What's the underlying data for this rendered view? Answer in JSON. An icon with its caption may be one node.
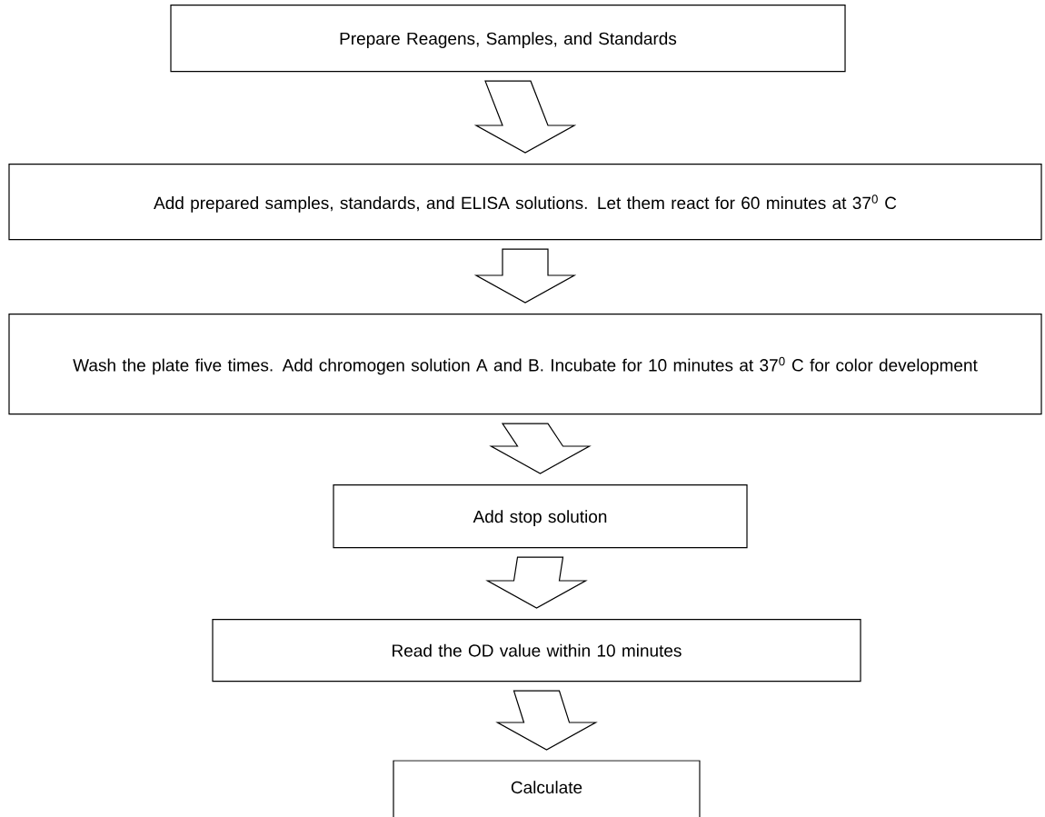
{
  "diagram": {
    "nodes": [
      {
        "text": [
          "Prepare Reagens, Samples, and Standards"
        ]
      },
      {
        "text": [
          "Add prepared samples, standards, and ELISA solutions. Let them react for 60 minutes at 37$^{0}$ C"
        ]
      },
      {
        "text": [
          "Wash the plate five times. Add chromogen solution A and B. Incubate for 10 minutes at 37$^{0}$ C for color development"
        ]
      },
      {
        "text": [
          "Add stop solution"
        ]
      },
      {
        "text": [
          "Read the OD value within 10 minutes"
        ]
      },
      {
        "text": [
          "Calculate"
        ]
      }
    ],
    "edges": [
      {
        "from": 0,
        "to": 1,
        "arrow": "to"
      },
      {
        "from": 1,
        "to": 2,
        "arrow": "to"
      },
      {
        "from": 2,
        "to": 3,
        "arrow": "to"
      },
      {
        "from": 3,
        "to": 4,
        "arrow": "to"
      },
      {
        "from": 4,
        "to": 5,
        "arrow": "to"
      }
    ]
  }
}
